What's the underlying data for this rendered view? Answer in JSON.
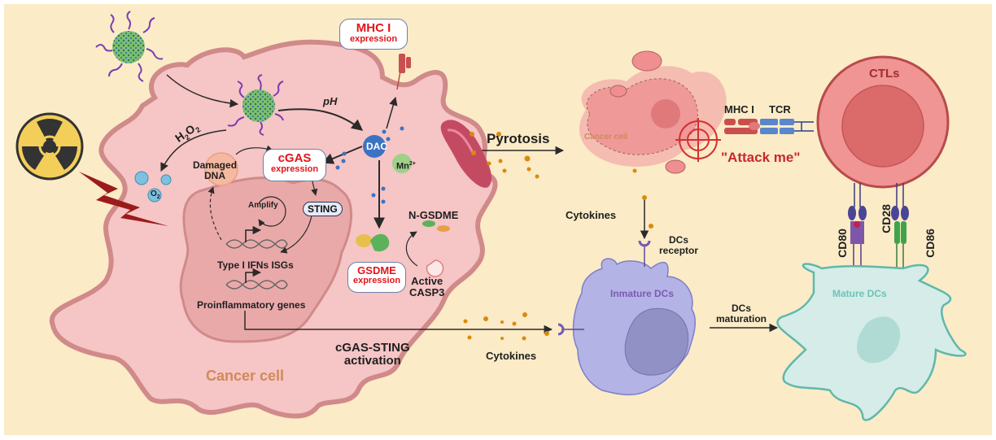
{
  "figure": {
    "title": "cGAS-STING activation, pyrotosis and DC maturation mechanism",
    "colors": {
      "background": "#fbebc7",
      "cancer_cell_fill": "#f6c5c5",
      "cancer_cell_border": "#d08a8a",
      "nucleus_fill": "#eaa9a9",
      "highlight_red": "#e3141b",
      "ctl_fill": "#ef9494",
      "immature_dc_fill": "#b3b3e6",
      "mature_dc_fill": "#d5ece8",
      "mature_dc_border": "#5fb8ab",
      "cytokine_orange": "#d98a0f",
      "arrow": "#2a2a2a"
    }
  },
  "labels": {
    "ph": "pH",
    "h2o2": "H2O2",
    "o2": "O2",
    "damaged_dna": [
      "Damaged",
      "DNA"
    ],
    "cgas_box": {
      "title": "cGAS",
      "subtitle": "expression"
    },
    "mhc_box": {
      "title": "MHC I",
      "subtitle": "expression"
    },
    "gsdme_box": {
      "title": "GSDME",
      "subtitle": "expression"
    },
    "dac": "DAC",
    "mn": "Mn2+",
    "amplify": "Amplify",
    "sting": "STING",
    "type1_ifns": "Type I IFNs ISGs",
    "proinflammatory": "Proinflammatory genes",
    "n_gsdme": "N-GSDME",
    "active_casp3": [
      "Active",
      "CASP3"
    ],
    "cancer_cell": "Cancer cell",
    "cgas_sting_activation": [
      "cGAS-STING",
      "activation"
    ],
    "pyrotosis": "Pyrotosis",
    "dying_cancer_cell": "Cancer cell",
    "mhc_i": "MHC I",
    "tcr": "TCR",
    "attack_me": "\"Attack me\"",
    "ctls": "CTLs",
    "cytokines_top": "Cytokines",
    "cytokines_bottom": "Cytokines",
    "dcs_receptor": [
      "DCs",
      "receptor"
    ],
    "immature_dcs": "Inmature DCs",
    "dcs_maturation": [
      "DCs",
      "maturation"
    ],
    "mature_dcs": "Mature DCs",
    "cd80": "CD80",
    "cd28": "CD28",
    "cd86": "CD86"
  },
  "icons": {
    "radiation": "radiation-hazard-icon",
    "lightning": "lightning-bolt-icon",
    "nanoparticle": "nanoparticle-icon",
    "gasdermin_pore": "gasdermin-pore-icon",
    "target": "crosshair-target-icon",
    "dna": "dna-helix-icon"
  }
}
